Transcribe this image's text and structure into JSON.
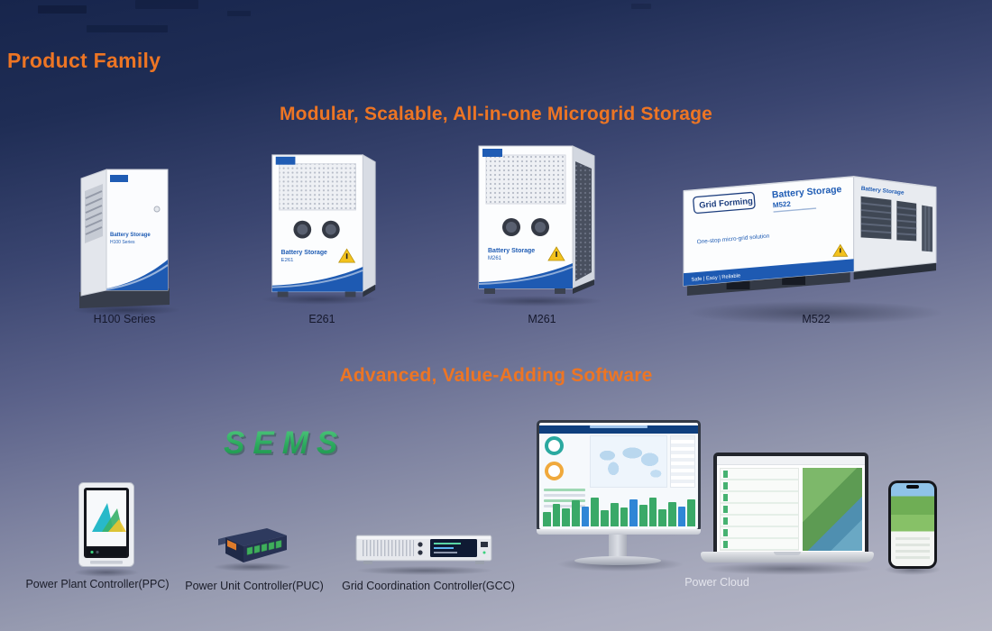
{
  "page": {
    "title": "Product Family"
  },
  "headings": {
    "hardware": "Modular, Scalable, All-in-one Microgrid Storage",
    "software": "Advanced, Value-Adding Software"
  },
  "products": [
    {
      "label": "H100 Series",
      "panel_text": "Battery Storage"
    },
    {
      "label": "E261",
      "panel_text": "Battery Storage"
    },
    {
      "label": "M261",
      "panel_text": "Battery Storage"
    },
    {
      "label": "M522"
    }
  ],
  "m522": {
    "grid_forming": "Grid Forming",
    "product_name": "Battery Storage",
    "model": "M522",
    "tagline": "One-stop micro-grid solution",
    "badges": "Safe | Easy | Reliable",
    "side_label": "Battery Storage"
  },
  "sems": {
    "logo": "SEMS"
  },
  "controllers": [
    {
      "label": "Power Plant Controller(PPC)"
    },
    {
      "label": "Power Unit Controller(PUC)"
    },
    {
      "label": "Grid Coordination Controller(GCC)"
    }
  ],
  "cloud": {
    "label": "Power Cloud"
  },
  "colors": {
    "accent_orange": "#ED7524",
    "brand_blue": "#1F5CB4",
    "sems_green": "#2AA95C"
  }
}
